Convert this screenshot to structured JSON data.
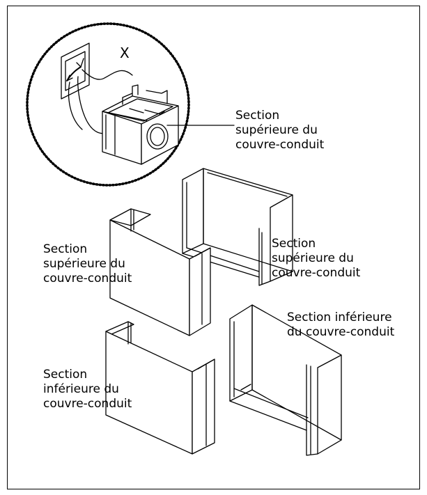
{
  "diagram": {
    "detail_marker": "X",
    "labels": {
      "top_detail": [
        "Section",
        "supérieure du",
        "couvre-conduit"
      ],
      "left_upper": [
        "Section",
        "supérieure du",
        "couvre-conduit"
      ],
      "right_upper": [
        "Section",
        "supérieure du",
        "couvre-conduit"
      ],
      "right_lower": [
        "Section inférieure",
        "du couvre-conduit"
      ],
      "left_lower": [
        "Section",
        "inférieure du",
        "couvre-conduit"
      ]
    }
  }
}
